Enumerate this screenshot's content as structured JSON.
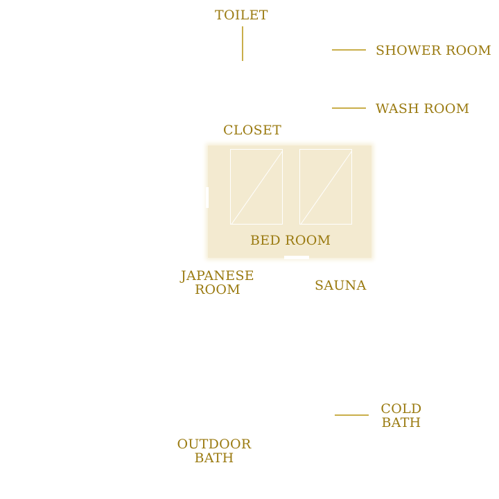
{
  "rooms": {
    "toilet": "TOILET",
    "shower_room": "SHOWER ROOM",
    "wash_room": "WASH ROOM",
    "closet": "CLOSET",
    "bed_room": "BED ROOM",
    "japanese_room_line1": "JAPANESE",
    "japanese_room_line2": "ROOM",
    "sauna": "SAUNA",
    "cold_bath_line1": "COLD",
    "cold_bath_line2": "BATH",
    "outdoor_bath_line1": "OUTDOOR",
    "outdoor_bath_line2": "BATH"
  },
  "colors": {
    "label_text": "#9a7a10",
    "leader_line": "#c9ae4a",
    "bedroom_fill": "#f3ead0"
  }
}
